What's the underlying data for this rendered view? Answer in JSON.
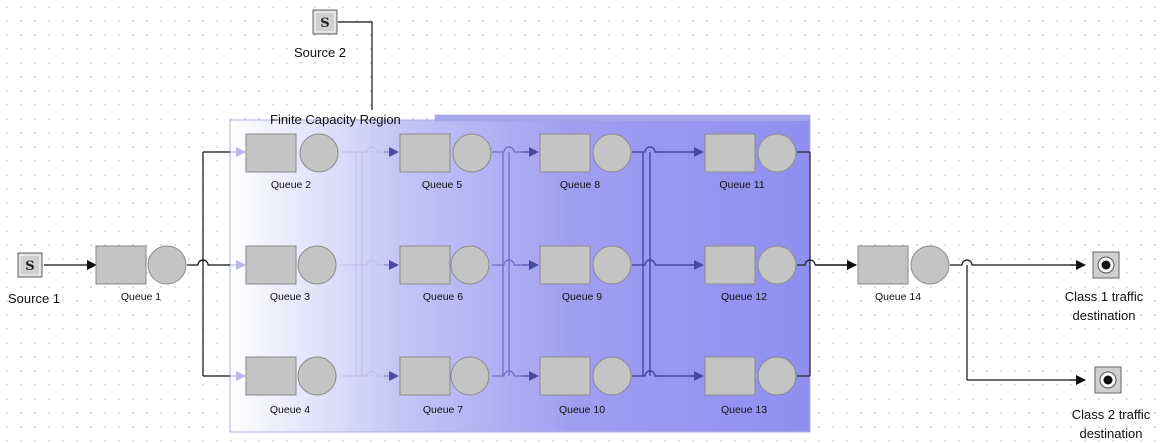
{
  "region": {
    "label": "Finite Capacity Region"
  },
  "sources": [
    {
      "id": "source1",
      "icon": "source-s-icon",
      "letter": "S",
      "label": "Source 1"
    },
    {
      "id": "source2",
      "icon": "source-s-icon",
      "letter": "S",
      "label": "Source 2"
    }
  ],
  "queues": [
    {
      "id": "q1",
      "label": "Queue 1"
    },
    {
      "id": "q2",
      "label": "Queue 2"
    },
    {
      "id": "q3",
      "label": "Queue 3"
    },
    {
      "id": "q4",
      "label": "Queue 4"
    },
    {
      "id": "q5",
      "label": "Queue 5"
    },
    {
      "id": "q6",
      "label": "Queue 6"
    },
    {
      "id": "q7",
      "label": "Queue 7"
    },
    {
      "id": "q8",
      "label": "Queue 8"
    },
    {
      "id": "q9",
      "label": "Queue 9"
    },
    {
      "id": "q10",
      "label": "Queue 10"
    },
    {
      "id": "q11",
      "label": "Queue 11"
    },
    {
      "id": "q12",
      "label": "Queue 12"
    },
    {
      "id": "q13",
      "label": "Queue 13"
    },
    {
      "id": "q14",
      "label": "Queue 14"
    }
  ],
  "sinks": [
    {
      "id": "sink1",
      "icon": "sink-target-icon",
      "label_lines": [
        "Class 1 traffic",
        "destination"
      ]
    },
    {
      "id": "sink2",
      "icon": "sink-target-icon",
      "label_lines": [
        "Class 2 traffic",
        "destination"
      ]
    }
  ],
  "colors": {
    "region_fill_light": "#ffffff",
    "region_fill_dark": "#8f8ff0",
    "region_border": "#b0b0dc",
    "region_top_bar": "#a7a7ee",
    "node_fill": "#c4c4c4",
    "node_stroke": "#8a8a8a",
    "line_dark": "#333333"
  }
}
